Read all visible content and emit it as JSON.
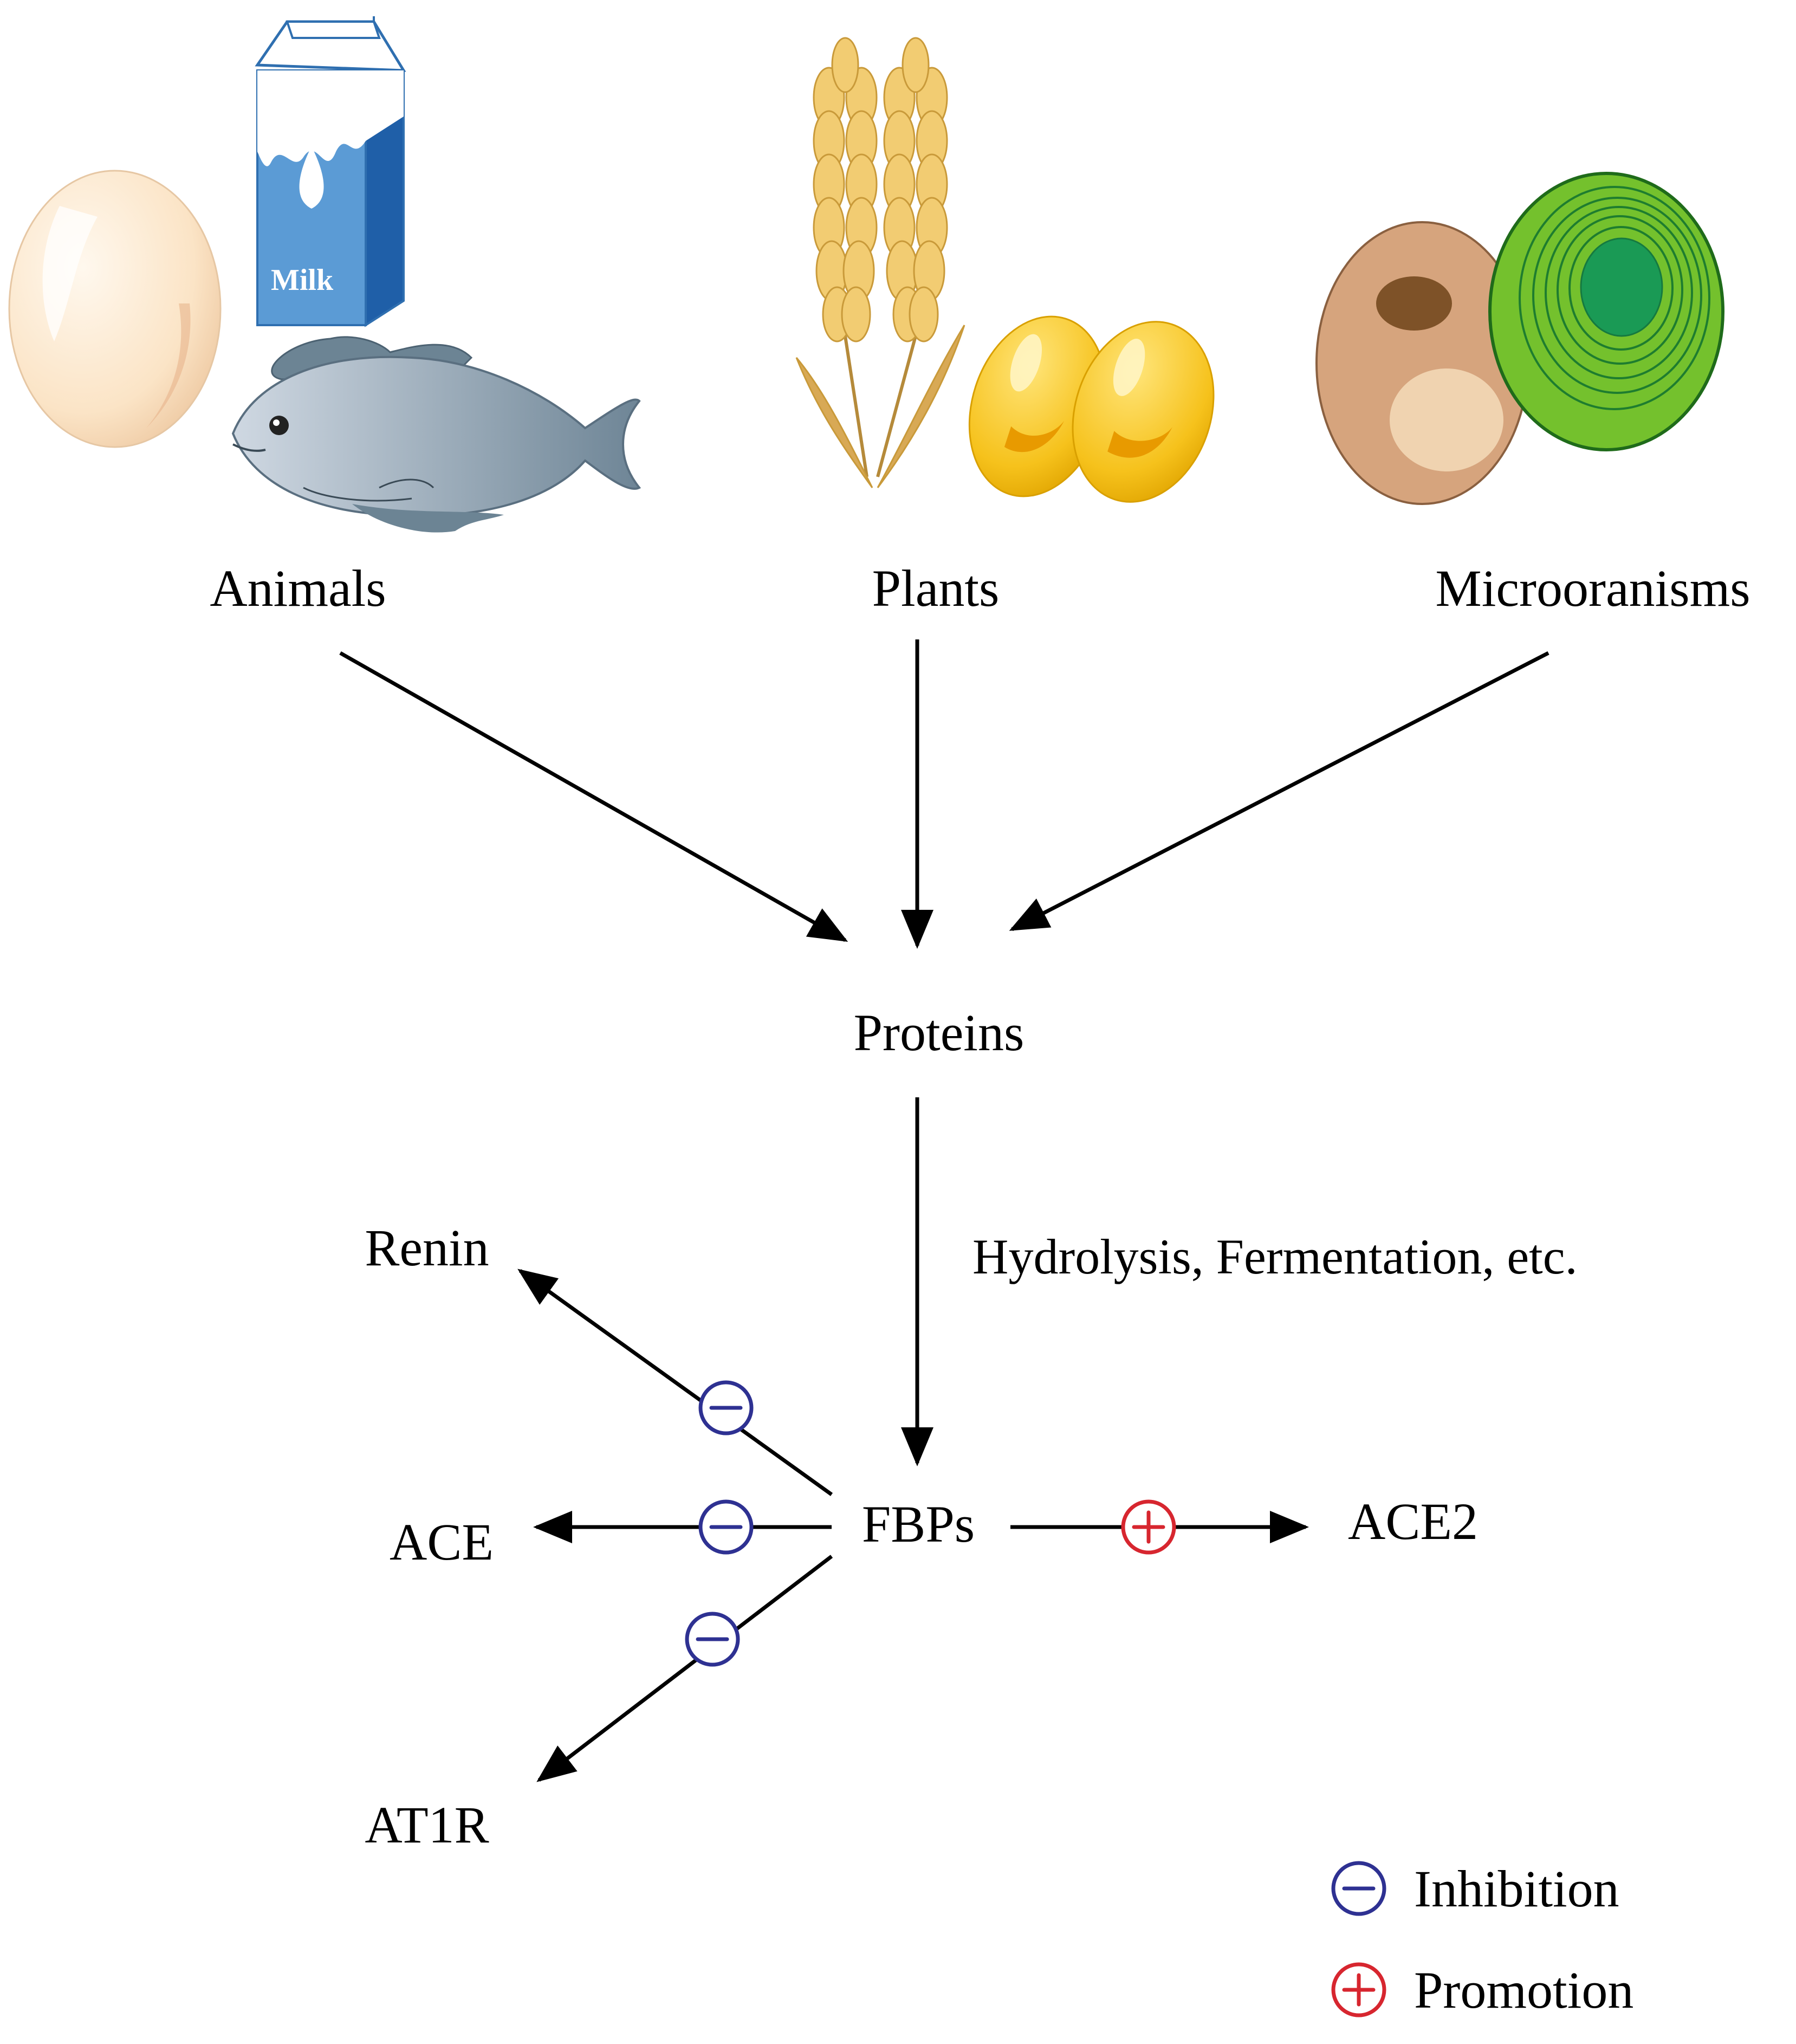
{
  "sources": [
    {
      "label": "Animals"
    },
    {
      "label": "Plants"
    },
    {
      "label": "Microoranisms"
    }
  ],
  "milk_carton_text": "Milk",
  "proteins_label": "Proteins",
  "process_label": "Hydrolysis, Fermentation, etc.",
  "center_label": "FBPs",
  "targets": {
    "renin": "Renin",
    "ace": "ACE",
    "at1r": "AT1R",
    "ace2": "ACE2"
  },
  "legend": {
    "inhibition": "Inhibition",
    "promotion": "Promotion"
  },
  "colors": {
    "inhibition": "#2e3192",
    "promotion": "#d7262f",
    "arrows": "#000000"
  },
  "icons": {
    "inhibition": "minus-circle-icon",
    "promotion": "plus-circle-icon"
  }
}
